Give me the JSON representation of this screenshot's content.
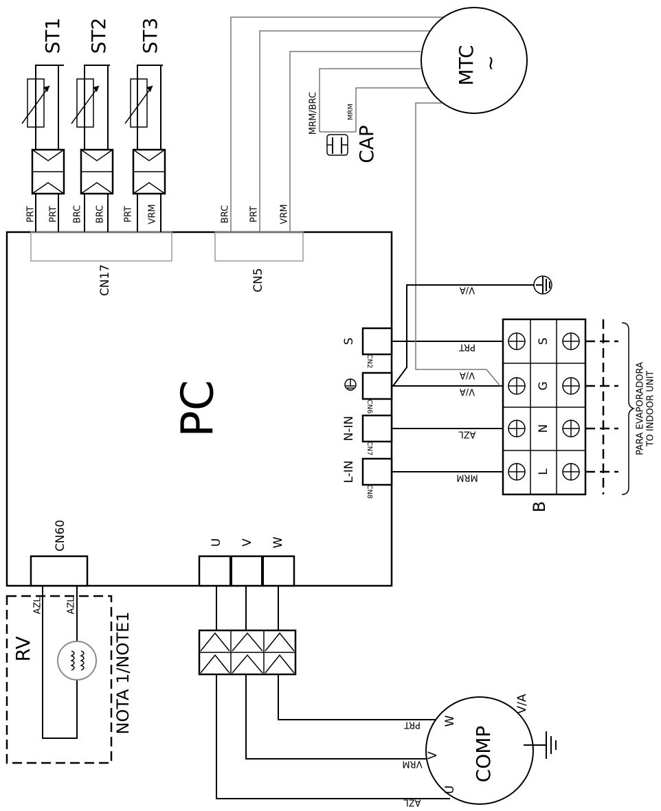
{
  "diagram": {
    "board": {
      "label": "PC"
    },
    "sensors": [
      {
        "label": "ST1",
        "wire_outer": "PRT",
        "wire_inner": "PRT"
      },
      {
        "label": "ST2",
        "wire_outer": "BRC",
        "wire_inner": "BRC"
      },
      {
        "label": "ST3",
        "wire_outer": "PRT",
        "wire_inner": "VRM"
      }
    ],
    "connectors": {
      "cn17": "CN17",
      "cn5": "CN5",
      "cn5_wires": [
        "BRC",
        "PRT",
        "VRM"
      ],
      "cn60": "CN60",
      "uvw": [
        "U",
        "V",
        "W"
      ]
    },
    "power_inputs": [
      {
        "label": "S",
        "conn": "CN2",
        "wire": "PRT"
      },
      {
        "label": "",
        "conn": "CN6",
        "wire": "V/A"
      },
      {
        "label": "N-IN",
        "conn": "CN7",
        "wire": "AZL"
      },
      {
        "label": "L-IN",
        "conn": "CN8",
        "wire": "MRM"
      }
    ],
    "ground_wire": "V/A",
    "ground_wire_motor": "V/A",
    "terminal_block": {
      "label": "B",
      "terminals": [
        "S",
        "G",
        "N",
        "L"
      ]
    },
    "indoor_note": {
      "line1": "PARA EVAPORADORA",
      "line2": "TO INDOOR UNIT"
    },
    "fan_motor": {
      "label": "MTC",
      "symbol": "~"
    },
    "capacitor": {
      "label": "CAP",
      "wire_left": "MRM/BRC",
      "wire_right": "MRM"
    },
    "reversing_valve": {
      "label": "RV",
      "wire1": "AZL",
      "wire2": "AZL",
      "note": "NOTA 1/NOTE1"
    },
    "compressor": {
      "label": "COMP",
      "terminals": [
        "W",
        "V",
        "U"
      ],
      "wires": [
        "PRT",
        "VRM",
        "AZL"
      ],
      "ground": "V/A"
    }
  }
}
